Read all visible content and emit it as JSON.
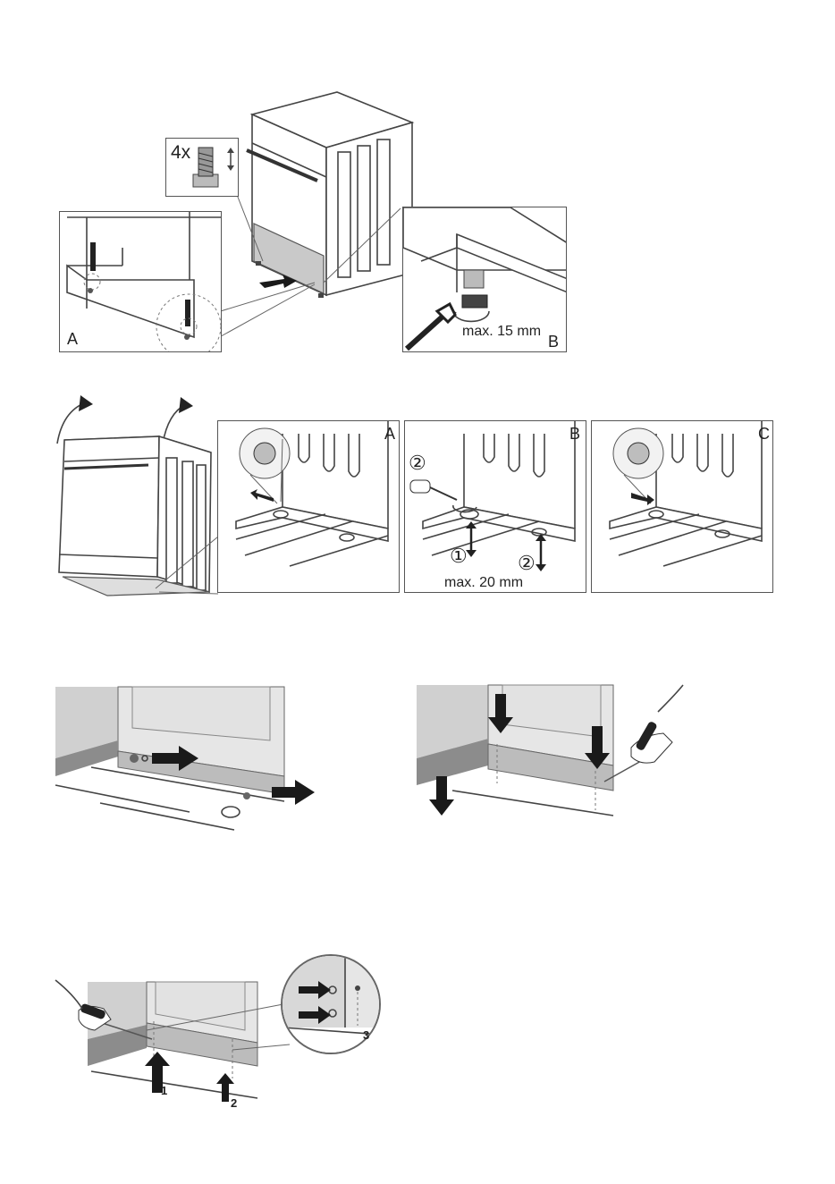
{
  "row1": {
    "multiplier": "4x",
    "panel_a_letter": "A",
    "panel_b_letter": "B",
    "panel_b_dimension": "max. 15 mm"
  },
  "row2": {
    "panel_a_letter": "A",
    "panel_b_letter": "B",
    "panel_c_letter": "C",
    "step_1": "①",
    "step_2a": "②",
    "step_2b": "②",
    "panel_b_dimension": "max. 20 mm"
  },
  "row4": {
    "arrow_1": "1",
    "arrow_2": "2",
    "detail_3": "3"
  }
}
